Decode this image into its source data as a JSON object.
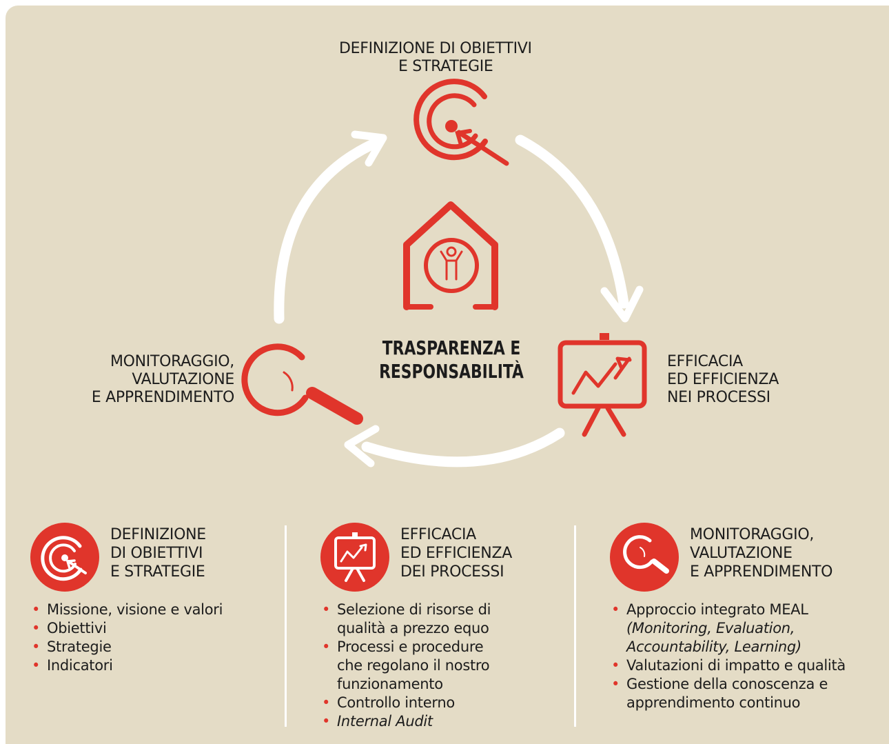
{
  "cycle": {
    "top_label": [
      "DEFINIZIONE DI OBIETTIVI",
      "E STRATEGIE"
    ],
    "right_label": [
      "EFFICACIA",
      "ED EFFICIENZA",
      "NEI PROCESSI"
    ],
    "left_label": [
      "MONITORAGGIO,",
      "VALUTAZIONE",
      "E APPRENDIMENTO"
    ],
    "center_title": [
      "TRASPARENZA E",
      "RESPONSABILITÀ"
    ]
  },
  "columns": [
    {
      "title": [
        "DEFINIZIONE",
        "DI OBIETTIVI",
        "E STRATEGIE"
      ],
      "bullets": [
        "Missione, visione e valori",
        "Obiettivi",
        "Strategie",
        "Indicatori"
      ]
    },
    {
      "title": [
        "EFFICACIA",
        "ED EFFICIENZA",
        "DEI PROCESSI"
      ],
      "bullets": [
        "Selezione di risorse di qualità a prezzo equo",
        "Processi e procedure che regolano il nostro funzionamento",
        "Controllo interno",
        "Internal Audit"
      ]
    },
    {
      "title": [
        "MONITORAGGIO,",
        "VALUTAZIONE",
        "E APPRENDIMENTO"
      ],
      "bullets": [
        "Approccio integrato MEAL",
        "(Monitoring, Evaluation, Accountability, Learning)",
        "Valutazioni di impatto e qualità",
        "Gestione della conoscenza e apprendimento continuo"
      ]
    }
  ],
  "colors": {
    "accent": "#e0352b",
    "background": "#e4dcc6",
    "arrow": "#ffffff",
    "text": "#1c1c1c"
  },
  "icons": [
    "target-icon",
    "presentation-board-icon",
    "magnifier-icon",
    "house-child-logo"
  ]
}
